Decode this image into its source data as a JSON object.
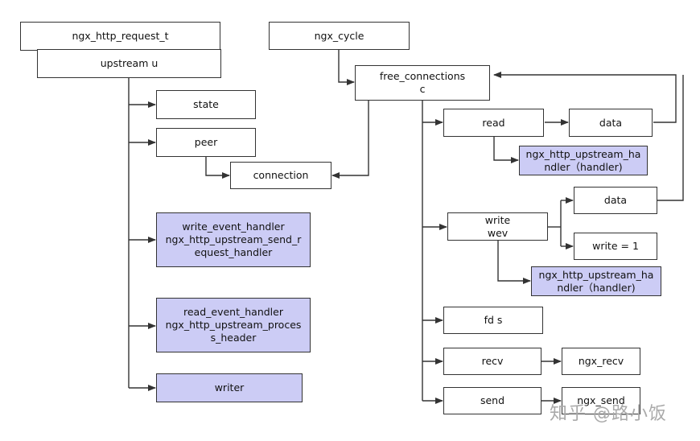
{
  "colors": {
    "line": "#333333",
    "highlight": "#ccccf5",
    "watermark": "#aaaaaa"
  },
  "nodes": {
    "request": "ngx_http_request_t",
    "upstream": "upstream u",
    "state": "state",
    "peer": "peer",
    "connection": "connection",
    "write_event_handler": "write_event_handler\nngx_http_upstream_send_r\nequest_handler",
    "read_event_handler": "read_event_handler\nngx_http_upstream_proces\ns_header",
    "writer": "writer",
    "cycle": "ngx_cycle",
    "free_connections": "free_connections\nc",
    "read": "read",
    "read_data": "data",
    "read_handler": "ngx_http_upstream_ha\nndler（handler)",
    "write": "write\nwev",
    "write_data": "data",
    "write_flag": "write = 1",
    "write_handler": "ngx_http_upstream_ha\nndler（handler)",
    "fd": "fd s",
    "recv": "recv",
    "ngx_recv": "ngx_recv",
    "send": "send",
    "ngx_send": "ngx_send"
  },
  "watermark": "知乎 @路小饭"
}
